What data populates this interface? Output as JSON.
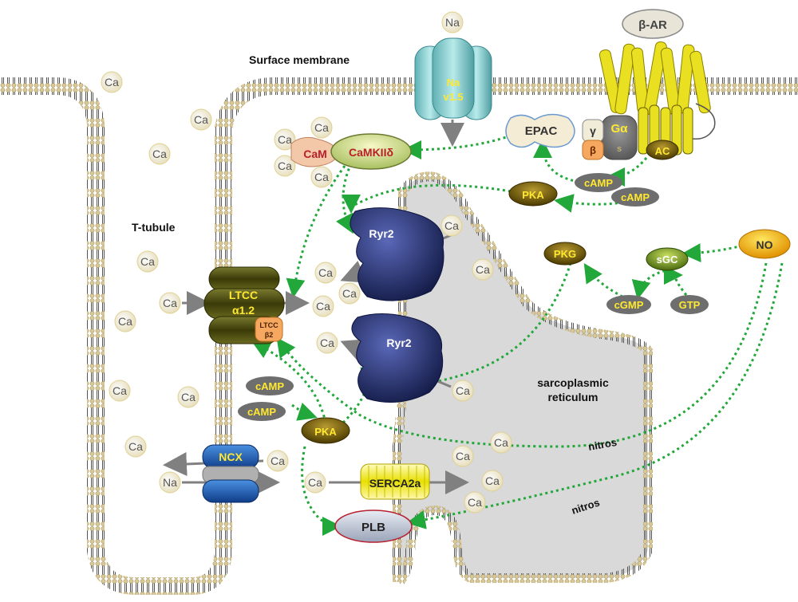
{
  "labels": {
    "surface_membrane": "Surface membrane",
    "t_tubule": "T-tubule",
    "sr": [
      "sarcoplasmic",
      "reticulum"
    ],
    "nitros": "nitros"
  },
  "ions": {
    "ca": "Ca",
    "na": "Na"
  },
  "proteins": {
    "nav": [
      "Na",
      "v1.5"
    ],
    "beta_ar": "β-AR",
    "epac": "EPAC",
    "gamma": "γ",
    "beta": "β",
    "galpha": "Gα",
    "galpha_sub": "s",
    "ac": "AC",
    "cam": "CaM",
    "camkii": "CaMKIIδ",
    "pka": "PKA",
    "camp": "cAMP",
    "ryr2": "Ryr2",
    "ltcc": [
      "LTCC",
      "α1.2"
    ],
    "ltcc_b2": [
      "LTCC",
      "β2"
    ],
    "pkg": "PKG",
    "sgc": "sGC",
    "no": "NO",
    "cgmp": "cGMP",
    "gtp": "GTP",
    "ncx": "NCX",
    "serca": "SERCA2a",
    "plb": "PLB"
  },
  "colors": {
    "membrane_head": "#d8c898",
    "sr_fill": "#d9d9d9",
    "arrow_green": "#22a83a",
    "ryr_blue": "#2a3570",
    "ltcc_olive": "#4a4a10",
    "kinase_brown": "#6b5a08",
    "yellow_text": "#ffe830",
    "camp_gray": "#6e6e6e",
    "ncx_blue": "#1f63b8",
    "nav_teal": "#8ad0d0",
    "cam_red": "#b8202a",
    "no_orange": "#f0a800"
  }
}
